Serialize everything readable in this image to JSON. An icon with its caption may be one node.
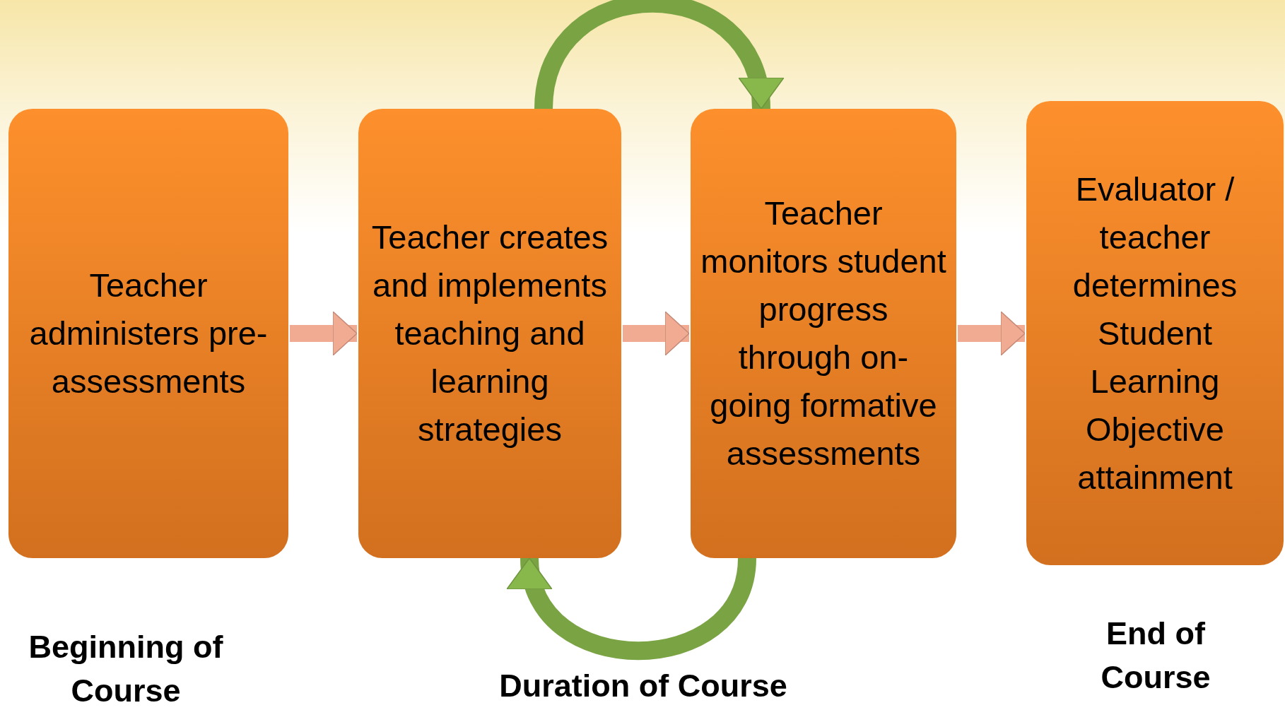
{
  "diagram": {
    "nodes": [
      {
        "text": [
          "Teacher administers pre-assessments"
        ],
        "beside": [
          "Beginning of Course"
        ]
      },
      {
        "text": [
          "Teacher creates and implements teaching and learning strategies"
        ]
      },
      {
        "text": [
          "Teacher monitors student progress through on-going formative assessments"
        ]
      },
      {
        "text": [
          "Evaluator / teacher determines Student Learning Objective attainment"
        ],
        "beside": [
          "End of Course"
        ]
      }
    ],
    "edges": [
      {
        "from": 0,
        "to": 1,
        "arrow": "to"
      },
      {
        "from": 1,
        "to": 2,
        "arrow": "to"
      },
      {
        "from": 2,
        "to": 3,
        "arrow": "to"
      },
      {
        "from": 1,
        "to": 2,
        "arrow": "to",
        "color": "#7aa444"
      },
      {
        "from": 2,
        "to": 1,
        "arrow": "to",
        "color": "#7aa444"
      }
    ],
    "labels": [
      "Duration of Course"
    ]
  }
}
